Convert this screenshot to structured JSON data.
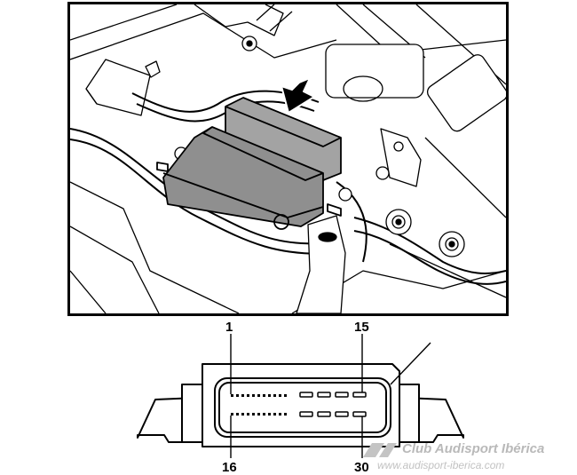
{
  "labels": {
    "pin_1": "1",
    "pin_15": "15",
    "pin_16": "16",
    "pin_30": "30"
  },
  "watermark": {
    "title": "Club Audisport Ibérica",
    "url": "www.audisport-iberica.com"
  },
  "icons": {
    "arrow": "down-arrow-icon",
    "logo": "club-logo-icon"
  },
  "colors": {
    "module_fill": "#8f8f8f",
    "module_top": "#a3a3a3",
    "line": "#000000",
    "watermark": "#b9b9b9"
  }
}
